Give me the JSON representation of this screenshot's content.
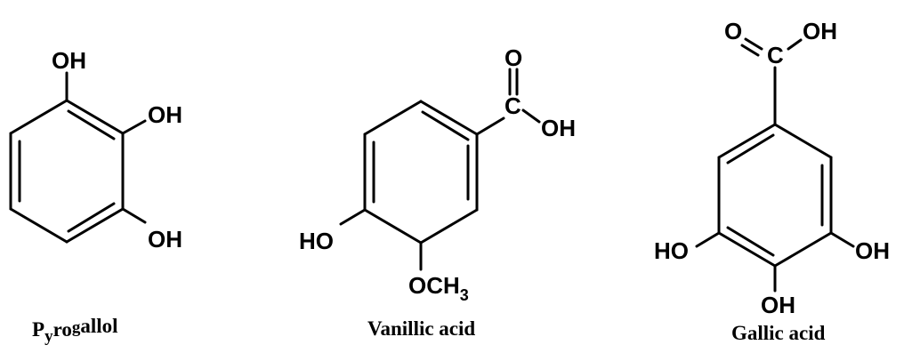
{
  "pyrogallol": {
    "oh_top": "OH",
    "oh_mid": "OH",
    "oh_bottom": "OH",
    "name_p": "P",
    "name_y": "y",
    "name_ro": "ro",
    "name_g": "g",
    "name_allol": "allol"
  },
  "vanillic": {
    "carbonyl_o": "O",
    "carbon_c": "C",
    "acid_oh": "OH",
    "ho": "HO",
    "methoxy_o": "OCH",
    "methoxy_sub": "3",
    "name": "Vanillic acid"
  },
  "gallic": {
    "carbonyl_o": "O",
    "carbon_c": "C",
    "acid_oh": "OH",
    "ho_left": "HO",
    "oh_right": "OH",
    "oh_bottom": "OH",
    "name": "Gallic acid"
  }
}
